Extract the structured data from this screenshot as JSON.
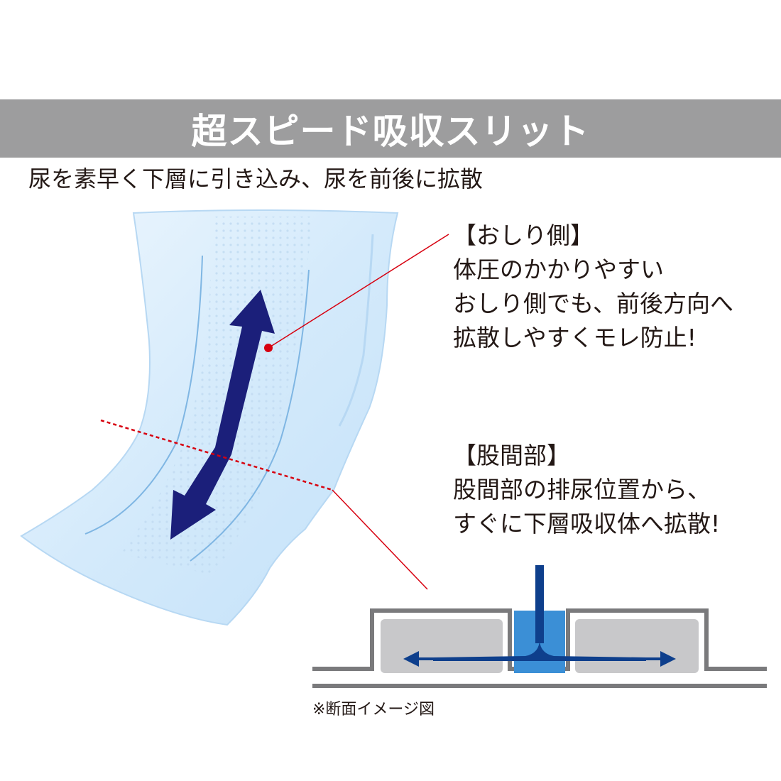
{
  "banner": {
    "title": "超スピード吸収スリット"
  },
  "subtitle": "尿を素早く下層に引き込み、尿を前後に拡散",
  "callouts": {
    "hip": {
      "heading": "【おしり側】",
      "lines": [
        "体圧のかかりやすい",
        "おしり側でも、前後方向へ",
        "拡散しやすくモレ防止!"
      ]
    },
    "crotch": {
      "heading": "【股間部】",
      "lines": [
        "股間部の排尿位置から、",
        "すぐに下層吸収体へ拡散!"
      ]
    }
  },
  "note": "※断面イメージ図",
  "colors": {
    "banner": "#9d9d9e",
    "arrow": "#1b1f7a",
    "leader": "#d7000f",
    "pad": "#d9ecfb",
    "slit": "#3b8fd6",
    "flow": "#0e3f8c",
    "section_gray": "#c8c8ca",
    "section_outline": "#7a7a7c"
  }
}
